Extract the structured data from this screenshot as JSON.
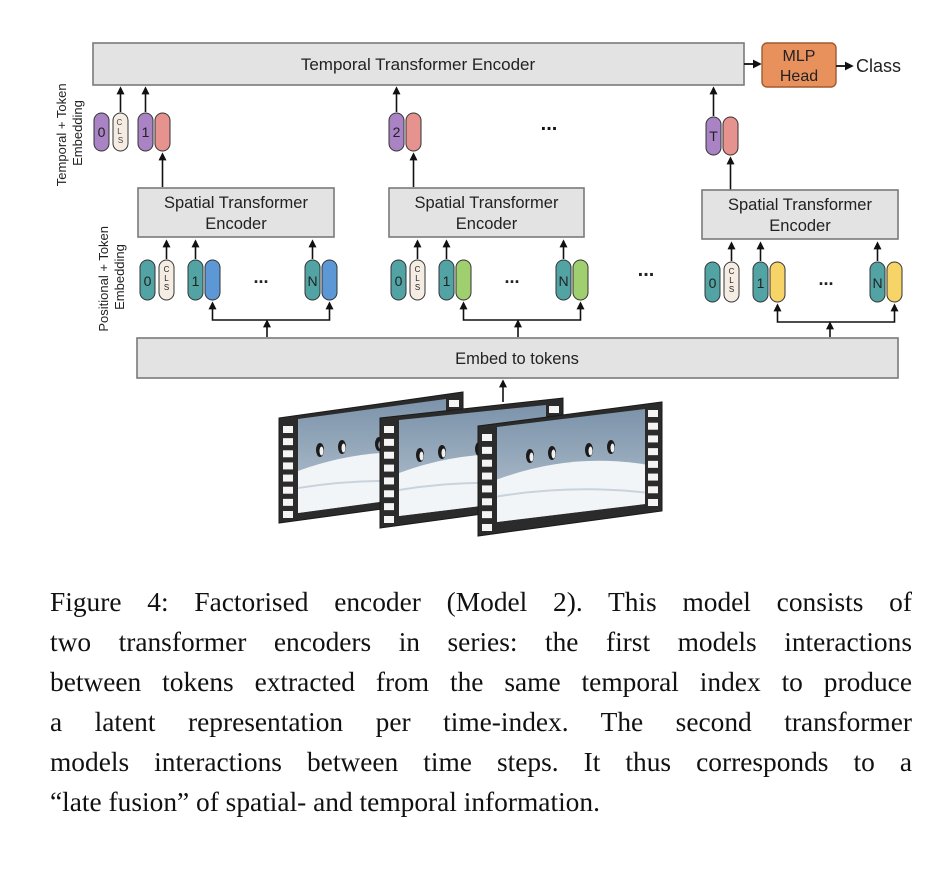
{
  "diagram": {
    "temporal_encoder": "Temporal Transformer Encoder",
    "mlp_head": [
      "MLP",
      "Head"
    ],
    "class_label": "Class",
    "temporal_embedding_label": [
      "Temporal + Token",
      "Embedding"
    ],
    "positional_embedding_label": [
      "Positional + Token",
      "Embedding"
    ],
    "spatial_encoder": [
      "Spatial Transformer",
      "Encoder"
    ],
    "embed_to_tokens": "Embed to tokens",
    "ellipsis": "...",
    "token_ids": {
      "zero": "0",
      "cls": [
        "C",
        "L",
        "S"
      ],
      "one": "1",
      "two": "2",
      "last_spatial": "N",
      "last_temporal": "T"
    },
    "colors": {
      "box_fill": "#e3e3e3",
      "box_stroke": "#7a7a7a",
      "mlp_fill": "#e8915d",
      "mlp_stroke": "#a25a2e",
      "purple_token": "#a983c4",
      "pink_token": "#e6928f",
      "teal_token": "#52a3a3",
      "blue_token": "#5c97d6",
      "green_token": "#9fcf6f",
      "yellow_token": "#f6d467",
      "cls_token": "#f5ece3"
    }
  },
  "caption": {
    "lines": [
      "Figure 4: Factorised encoder (Model 2).  This model consists of",
      "two transformer encoders in series:  the first models interactions",
      "between tokens extracted from the same temporal index to produce",
      "a latent representation per time-index.   The second transformer",
      "models interactions between time steps.  It thus corresponds to a",
      "“late fusion” of spatial- and temporal information."
    ]
  }
}
